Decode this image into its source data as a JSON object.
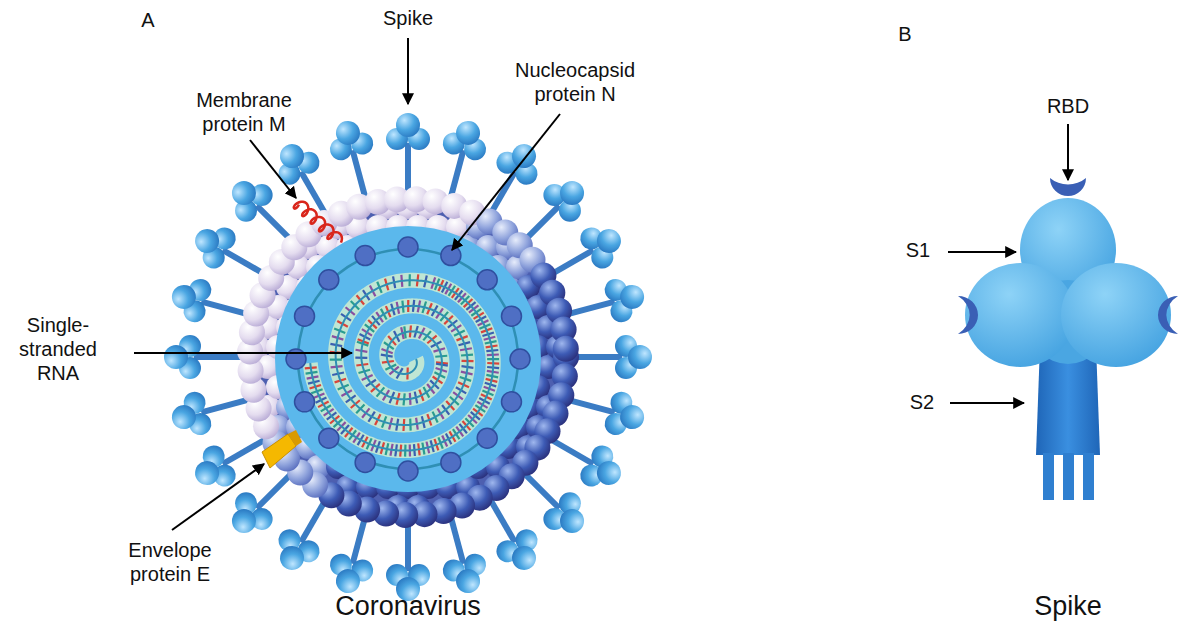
{
  "diagram": {
    "labels": [
      "A",
      "Spike",
      "Membrane protein M",
      "Nucleocapsid protein N",
      "Single- stranded RNA",
      "Envelope protein E",
      "Coronavirus",
      "B",
      "RBD",
      "S1",
      "S2",
      "Spike"
    ]
  }
}
